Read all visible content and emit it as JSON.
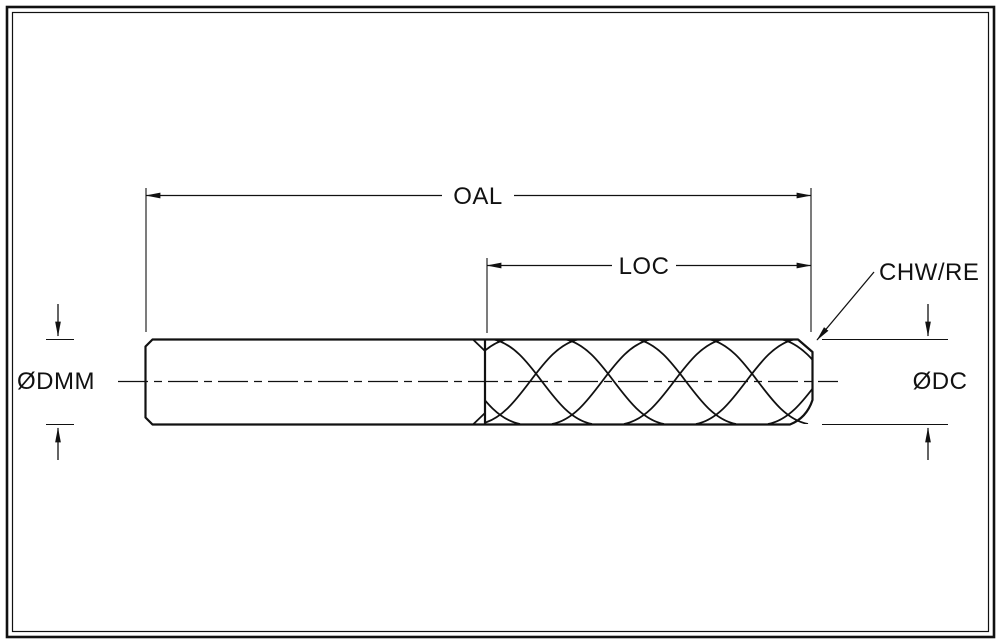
{
  "drawing": {
    "type": "technical-dimension-diagram",
    "subject": "end-mill-cutting-tool",
    "labels": {
      "oal": "OAL",
      "loc": "LOC",
      "chamfer": "CHW/RE",
      "shank_diameter": "ØDMM",
      "cutting_diameter": "ØDC"
    },
    "colors": {
      "line": "#111111",
      "background": "#ffffff"
    }
  }
}
